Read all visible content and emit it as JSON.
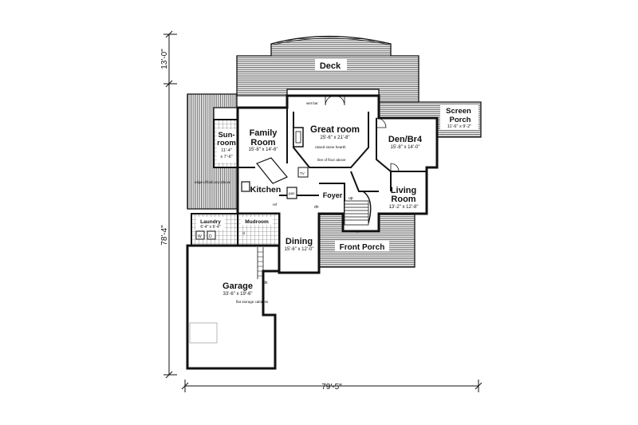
{
  "rooms": {
    "deck": {
      "name": "Deck"
    },
    "screen_porch": {
      "name_1": "Screen",
      "name_2": "Porch",
      "dims": "11'-6\" x 9'-2\""
    },
    "great_room": {
      "name": "Great room",
      "dims": "25'-6\" x 21'-8\""
    },
    "family_room": {
      "name_1": "Family",
      "name_2": "Room",
      "dims": "15'-8\" x 14'-6\""
    },
    "sun_room": {
      "name_1": "Sun-",
      "name_2": "room",
      "dims_1": "11'-4\"",
      "dims_2": "x 7'-6\""
    },
    "den": {
      "name": "Den/Br4",
      "dims": "15'-8\" x 14'-0\""
    },
    "living_room": {
      "name_1": "Living",
      "name_2": "Room",
      "dims": "13'-2\" x 12'-8\""
    },
    "kitchen": {
      "name": "Kitchen"
    },
    "foyer": {
      "name": "Foyer"
    },
    "dining": {
      "name": "Dining",
      "dims": "15'-6\" x 12'-0\""
    },
    "front_porch": {
      "name": "Front Porch"
    },
    "laundry": {
      "name": "Laundry",
      "dims": "6'-4\" x 6'-4\""
    },
    "mudroom": {
      "name": "Mudroom"
    },
    "garage": {
      "name": "Garage",
      "dims": "33'-6\" x 19'-6\""
    }
  },
  "notes": {
    "wet_bar": "wet bar",
    "raised_hearth": "raised stone hearth",
    "floor_above": "line of floor above",
    "balcony_above": "edge of balcony above",
    "storage_cabinets": "flat storage cabinets",
    "dn_1": "dn",
    "dn_2": "dn",
    "up": "up",
    "ref": "ref",
    "w": "W",
    "d": "D",
    "closet": "cl",
    "tv": "TV",
    "pantry": "pan"
  },
  "dimensions": {
    "overall_width": "79'-5\"",
    "overall_depth": "78'-4\"",
    "deck_depth": "13'-0\""
  }
}
